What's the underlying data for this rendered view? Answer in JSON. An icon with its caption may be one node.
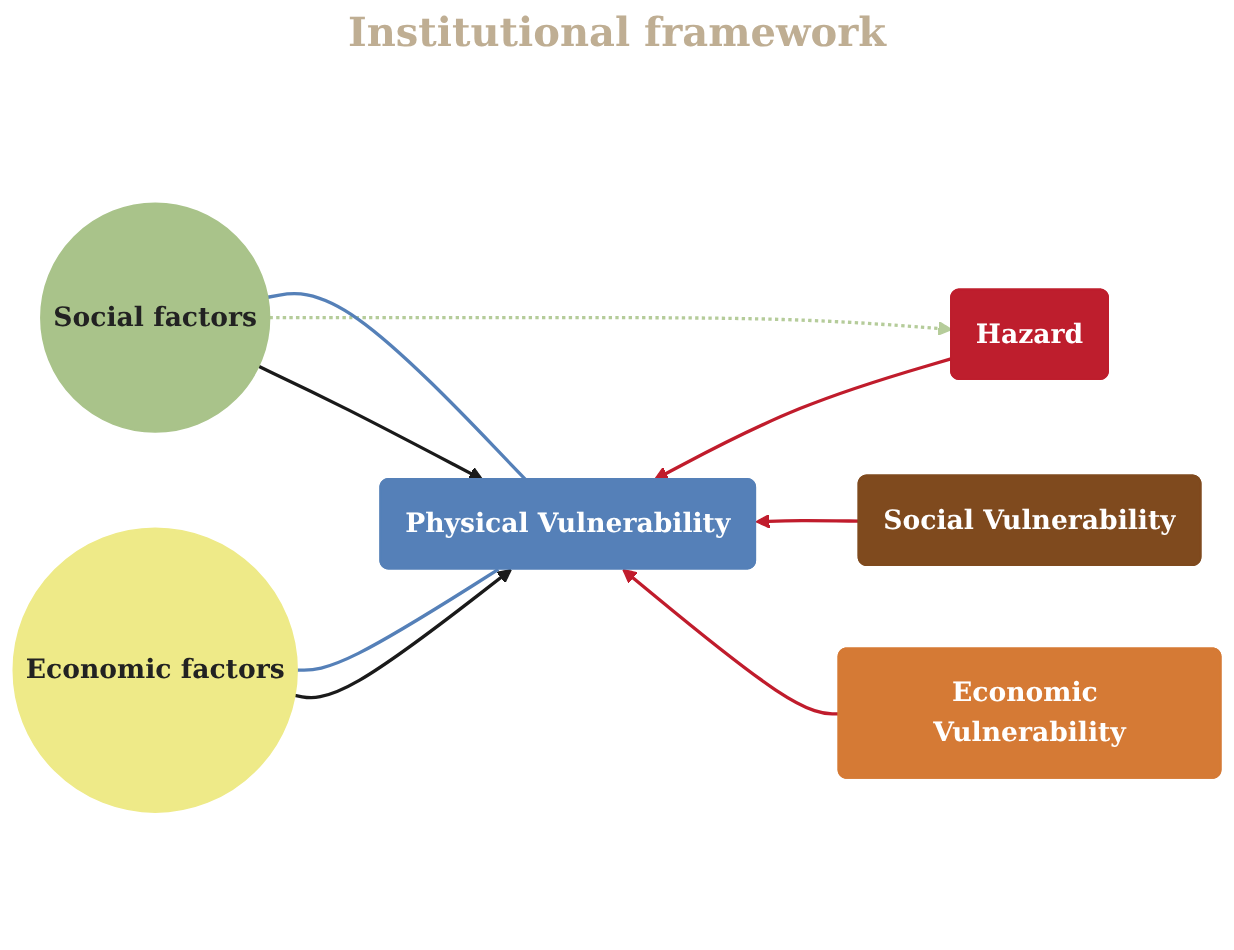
{
  "diagram": {
    "nodes": [
      {
        "text": [
          "Hazard"
        ]
      },
      {
        "text": [
          "Physical Vulnerability"
        ]
      },
      {
        "text": [
          "Social factors"
        ]
      },
      {
        "text": [
          "Social Vulnerability"
        ]
      },
      {
        "text": [
          "Economic Vulnerability"
        ]
      },
      {
        "text": [
          "Economic factors"
        ]
      }
    ],
    "edges": [
      {
        "from": 2,
        "to": 0,
        "arrow": "to",
        "style": "dashed",
        "color": "#b5cc9a"
      },
      {
        "from": 0,
        "to": 1,
        "arrow": "to",
        "color": "#c01c2c"
      },
      {
        "from": 2,
        "to": 1,
        "arrow": "to",
        "color": "#1a1a1a"
      },
      {
        "from": 3,
        "to": 1,
        "arrow": "to",
        "color": "#c01c2c"
      },
      {
        "from": 1,
        "to": 2,
        "arrow": "none",
        "color": "#5580b8"
      },
      {
        "from": 1,
        "to": 5,
        "arrow": "none",
        "color": "#5580b8"
      },
      {
        "from": 4,
        "to": 1,
        "arrow": "to",
        "color": "#c01c2c"
      },
      {
        "from": 5,
        "to": 1,
        "arrow": "to",
        "color": "#1a1a1a"
      }
    ],
    "labels": [
      "Institutional framework"
    ]
  }
}
